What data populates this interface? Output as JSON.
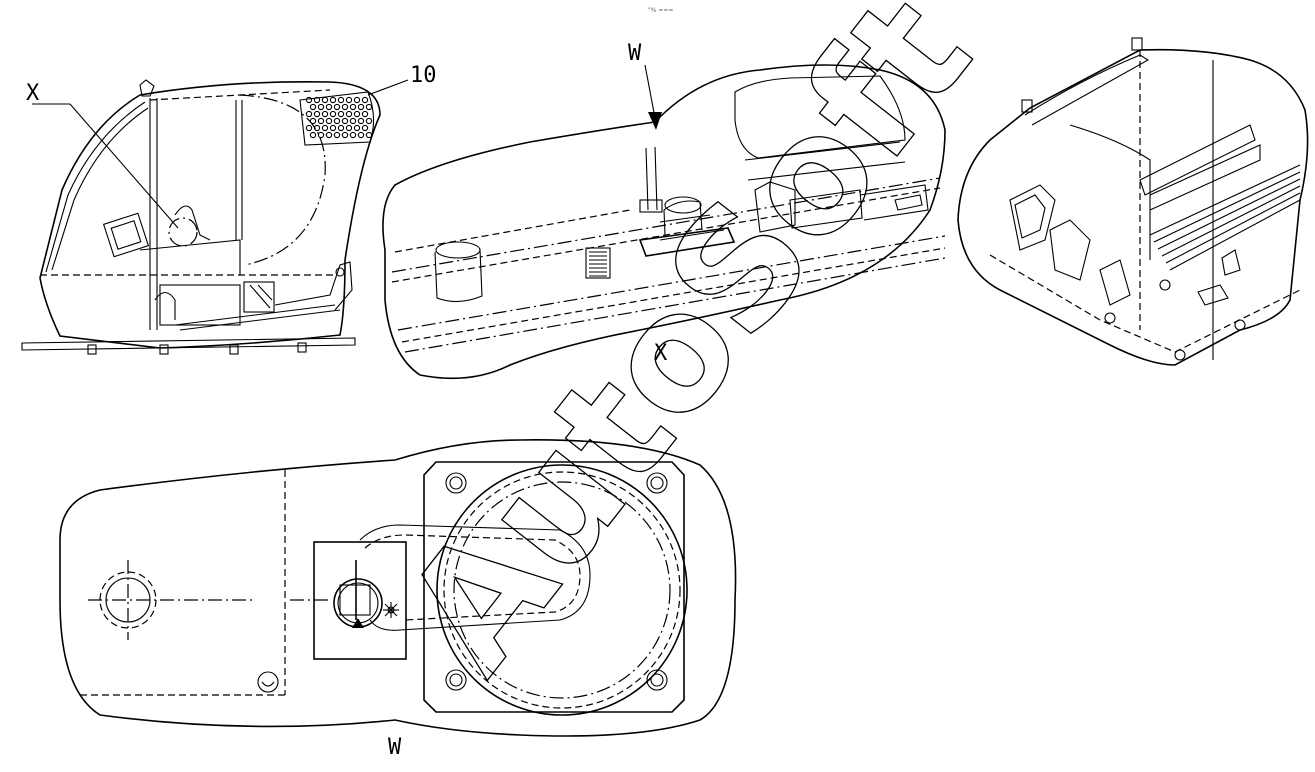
{
  "header": {
    "tiny_text": "\"% ==="
  },
  "labels": {
    "x_callout": "X",
    "item_10": "10",
    "w_arrow": "W",
    "x_view": "X",
    "w_view": "W"
  },
  "watermark": {
    "text": "AutoSoft"
  }
}
